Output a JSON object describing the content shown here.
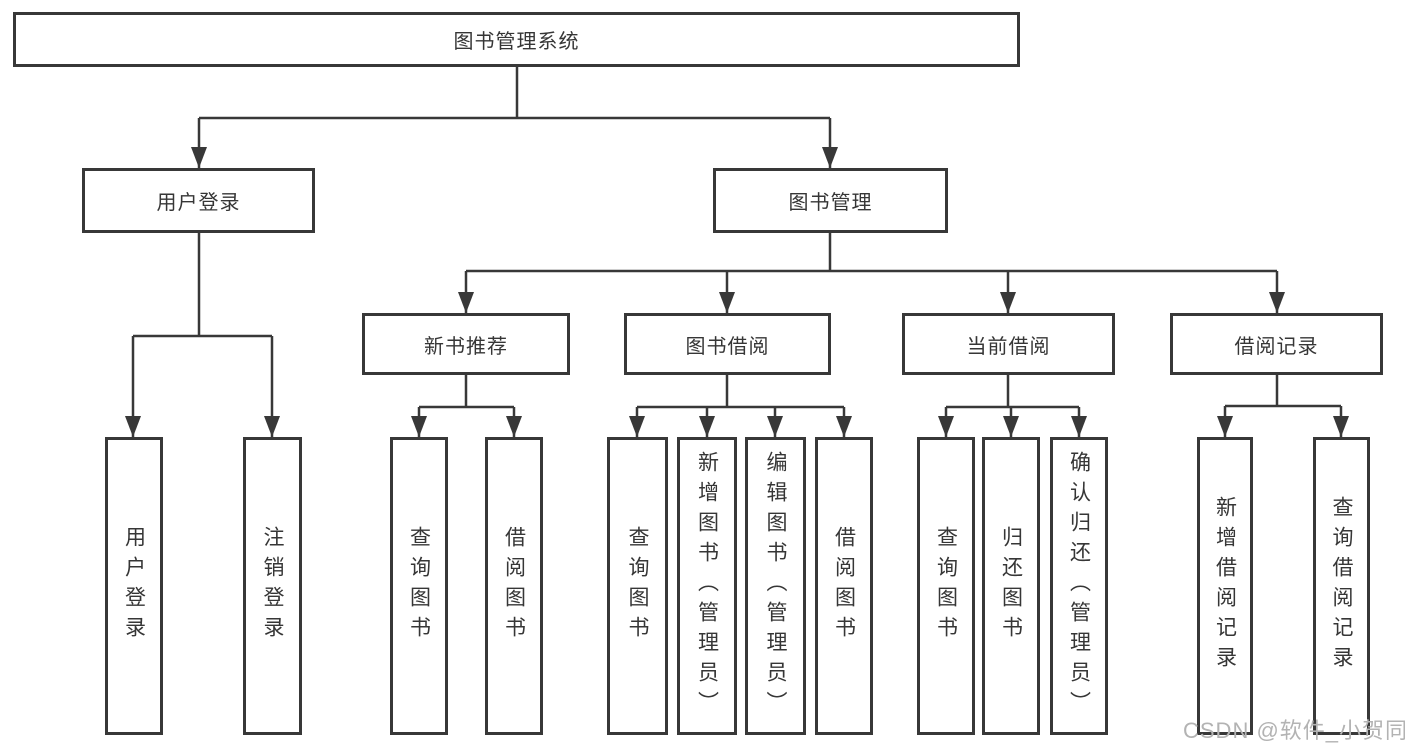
{
  "colors": {
    "line": "#383838",
    "box_border": "#383838",
    "text": "#363636",
    "watermark": "#b3b3b3"
  },
  "tree": {
    "root": "图书管理系统",
    "level2": [
      {
        "label": "用户登录",
        "children": [
          "用户登录",
          "注销登录"
        ]
      },
      {
        "label": "图书管理",
        "children": [
          {
            "label": "新书推荐",
            "children": [
              "查询图书",
              "借阅图书"
            ]
          },
          {
            "label": "图书借阅",
            "children": [
              "查询图书",
              "新增图书（管理员）",
              "编辑图书（管理员）",
              "借阅图书"
            ]
          },
          {
            "label": "当前借阅",
            "children": [
              "查询图书",
              "归还图书",
              "确认归还（管理员）"
            ]
          },
          {
            "label": "借阅记录",
            "children": [
              "新增借阅记录",
              "查询借阅记录"
            ]
          }
        ]
      }
    ]
  },
  "watermark": "CSDN @软件_小贺同学"
}
